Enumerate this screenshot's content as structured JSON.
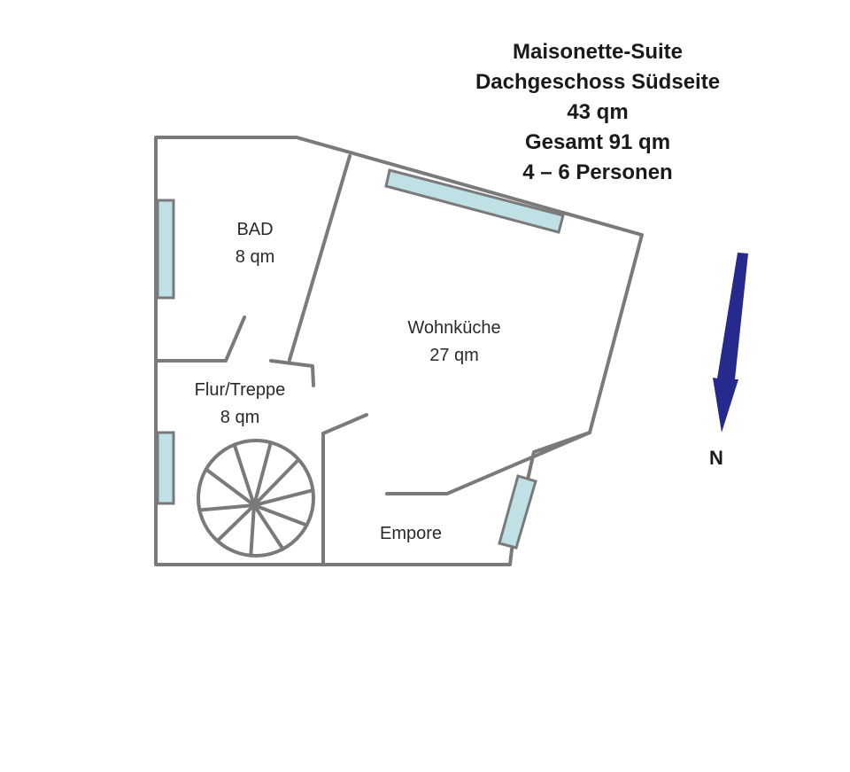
{
  "info": {
    "name": "Maisonette-Suite",
    "floor": "Dachgeschoss Südseite",
    "area": "43 qm",
    "total": "Gesamt 91 qm",
    "persons": "4 – 6 Personen"
  },
  "rooms": {
    "bad": {
      "name": "BAD",
      "area": "8 qm"
    },
    "wohnkueche": {
      "name": "Wohnküche",
      "area": "27 qm"
    },
    "flur": {
      "name": "Flur/Treppe",
      "area": "8 qm"
    },
    "empore": {
      "name": "Empore"
    }
  },
  "compass": {
    "label": "N"
  },
  "colors": {
    "wall": "#7a7a7a",
    "window_fill": "#bfe0e4",
    "window_stroke": "#7a7a7a",
    "arrow": "#252a8c"
  }
}
